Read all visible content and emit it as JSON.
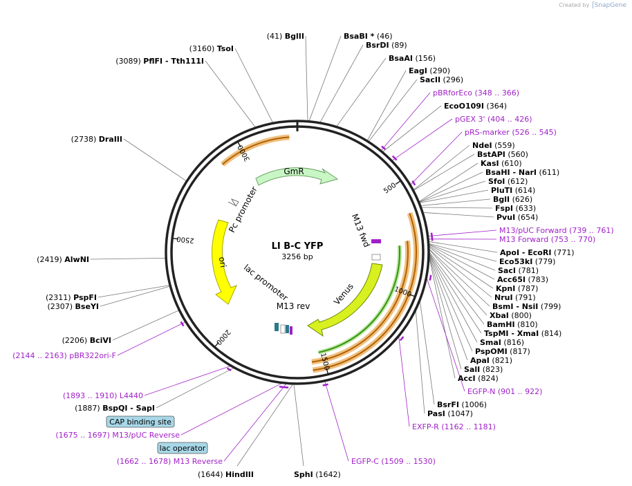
{
  "credit": {
    "prefix": "Created by",
    "brand": "SnapGene"
  },
  "plasmid": {
    "name": "LI B-C YFP",
    "size_label": "3256 bp",
    "length": 3256
  },
  "colors": {
    "backbone": "#222222",
    "enzyme_text": "#000000",
    "enzyme_line": "#777777",
    "primer": "#a020c8",
    "gene_venus": "#d8f020",
    "gene_gmr": "#c8f7c5",
    "ori": "#ffff00",
    "orange_band": "#f0c080",
    "orange_line": "#b06000",
    "green_line": "#3a9010",
    "feature_box": "#a8d8e8"
  },
  "ticks": [
    {
      "label": "500",
      "pos": 500
    },
    {
      "label": "1000",
      "pos": 1000
    },
    {
      "label": "1500",
      "pos": 1500
    },
    {
      "label": "2000",
      "pos": 2000
    },
    {
      "label": "2500",
      "pos": 2500
    },
    {
      "label": "3000",
      "pos": 3000
    }
  ],
  "enzymes": [
    {
      "name": "BglII",
      "pos": "41"
    },
    {
      "name": "BsaBI *",
      "pos": "46"
    },
    {
      "name": "BsrDI",
      "pos": "89"
    },
    {
      "name": "BsaAI",
      "pos": "156"
    },
    {
      "name": "EagI",
      "pos": "290"
    },
    {
      "name": "SacII",
      "pos": "296"
    },
    {
      "name": "EcoO109I",
      "pos": "364"
    },
    {
      "name": "NdeI",
      "pos": "559"
    },
    {
      "name": "BstAPI",
      "pos": "560"
    },
    {
      "name": "KasI",
      "pos": "610"
    },
    {
      "name": "BsaHI",
      "name2": "NarI",
      "pos": "611"
    },
    {
      "name": "SfoI",
      "pos": "612"
    },
    {
      "name": "PluTI",
      "pos": "614"
    },
    {
      "name": "BglI",
      "pos": "626"
    },
    {
      "name": "FspI",
      "pos": "633"
    },
    {
      "name": "PvuI",
      "pos": "654"
    },
    {
      "name": "ApoI",
      "name2": "EcoRI",
      "pos": "771"
    },
    {
      "name": "Eco53kI",
      "pos": "779"
    },
    {
      "name": "SacI",
      "pos": "781"
    },
    {
      "name": "Acc65I",
      "pos": "783"
    },
    {
      "name": "KpnI",
      "pos": "787"
    },
    {
      "name": "NruI",
      "pos": "791"
    },
    {
      "name": "BsmI",
      "name2": "NsiI",
      "pos": "799"
    },
    {
      "name": "XbaI",
      "pos": "800"
    },
    {
      "name": "BamHI",
      "pos": "810"
    },
    {
      "name": "TspMI",
      "name2": "XmaI",
      "pos": "814"
    },
    {
      "name": "SmaI",
      "pos": "816"
    },
    {
      "name": "PspOMI",
      "pos": "817"
    },
    {
      "name": "ApaI",
      "pos": "821"
    },
    {
      "name": "SalI",
      "pos": "823"
    },
    {
      "name": "AccI",
      "pos": "824"
    },
    {
      "name": "BsrFI",
      "pos": "1006"
    },
    {
      "name": "PasI",
      "pos": "1047"
    },
    {
      "name": "SphI",
      "pos": "1642"
    },
    {
      "name": "HindIII",
      "pos": "1644"
    },
    {
      "name": "BspQI",
      "name2": "SapI",
      "pos": "1887"
    },
    {
      "name": "BciVI",
      "pos": "2206"
    },
    {
      "name": "BseYI",
      "pos": "2307"
    },
    {
      "name": "PspFI",
      "pos": "2311"
    },
    {
      "name": "AlwNI",
      "pos": "2419"
    },
    {
      "name": "DraIII",
      "pos": "2738"
    },
    {
      "name": "PflFI",
      "name2": "Tth111I",
      "pos": "3089"
    },
    {
      "name": "TsoI",
      "pos": "3160"
    }
  ],
  "primers": [
    {
      "name": "pBRforEco",
      "range": "348 .. 366"
    },
    {
      "name": "pGEX 3'",
      "range": "404 .. 426"
    },
    {
      "name": "pRS-marker",
      "range": "526 .. 545"
    },
    {
      "name": "M13/pUC Forward",
      "range": "739 .. 761"
    },
    {
      "name": "M13 Forward",
      "range": "753 .. 770"
    },
    {
      "name": "EGFP-N",
      "range": "901 .. 922"
    },
    {
      "name": "EXFP-R",
      "range": "1162 .. 1181"
    },
    {
      "name": "EGFP-C",
      "range": "1509 .. 1530"
    },
    {
      "name": "M13 Reverse",
      "range": "1662 .. 1678"
    },
    {
      "name": "M13/pUC Reverse",
      "range": "1675 .. 1697"
    },
    {
      "name": "L4440",
      "range": "1893 .. 1910"
    },
    {
      "name": "pBR322ori-F",
      "range": "2144 .. 2163"
    }
  ],
  "features": {
    "gmr": "GmR",
    "pc_promoter": "Pc promoter",
    "ori": "ori",
    "lac_promoter": "lac promoter",
    "venus": "Venus",
    "m13_fwd": "M13 fwd",
    "m13_rev": "M13 rev",
    "cap_binding_site": "CAP binding site",
    "lac_operator": "lac operator"
  }
}
